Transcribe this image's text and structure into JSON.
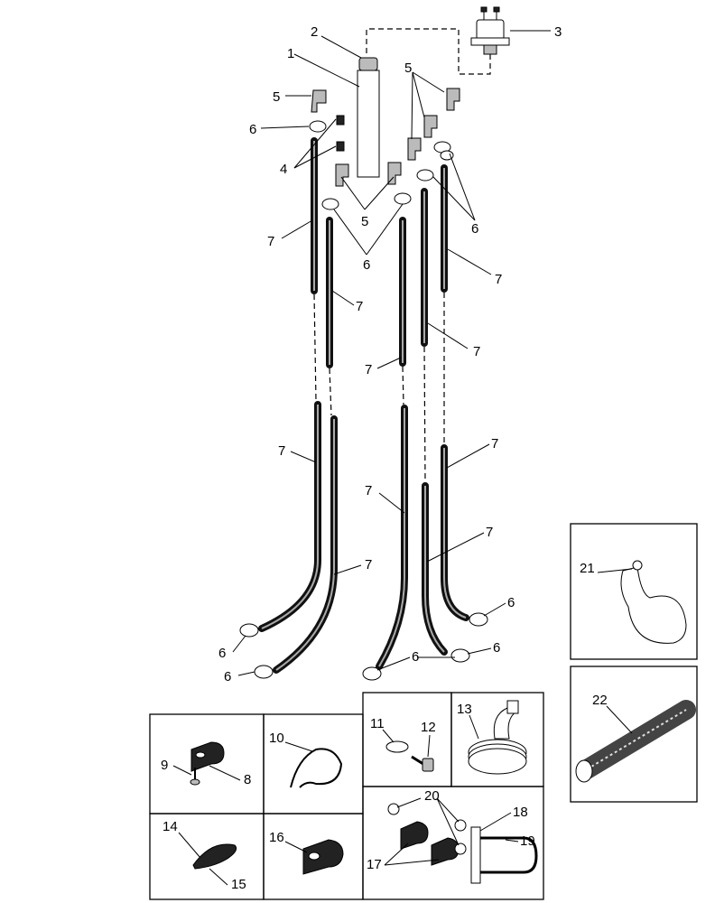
{
  "labels": {
    "p1": "1",
    "p2": "2",
    "p3": "3",
    "p4": "4",
    "p5a": "5",
    "p5b": "5",
    "p5c": "5",
    "p6a": "6",
    "p6b": "6",
    "p6c": "6",
    "p6d": "6",
    "p6e": "6",
    "p6f": "6",
    "p6g": "6",
    "p6h": "6",
    "p7a": "7",
    "p7b": "7",
    "p7c": "7",
    "p7d": "7",
    "p7e": "7",
    "p7f": "7",
    "p7g": "7",
    "p7h": "7",
    "p7i": "7",
    "p7j": "7",
    "p7k": "7",
    "p8": "8",
    "p9": "9",
    "p10": "10",
    "p11": "11",
    "p12": "12",
    "p13": "13",
    "p14": "14",
    "p15": "15",
    "p16": "16",
    "p17": "17",
    "p18": "18",
    "p19": "19",
    "p20": "20",
    "p21": "21",
    "p22": "22"
  }
}
